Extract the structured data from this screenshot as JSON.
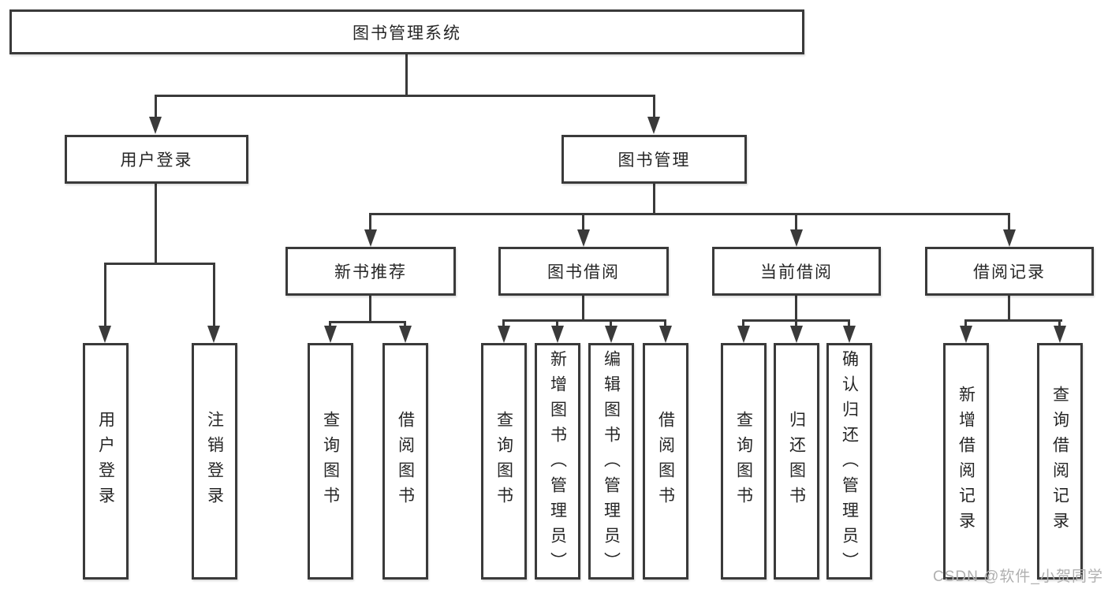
{
  "diagram": {
    "root": {
      "label": "图书管理系统"
    },
    "level2": [
      {
        "id": "user-login",
        "label": "用户登录"
      },
      {
        "id": "book-management",
        "label": "图书管理"
      }
    ],
    "level3": [
      {
        "id": "new-book-recommend",
        "label": "新书推荐"
      },
      {
        "id": "book-borrowing",
        "label": "图书借阅"
      },
      {
        "id": "current-borrowing",
        "label": "当前借阅"
      },
      {
        "id": "borrowing-records",
        "label": "借阅记录"
      }
    ],
    "leaves": {
      "user_login": [
        "用户登录",
        "注销登录"
      ],
      "new_book_recommend": [
        "查询图书",
        "借阅图书"
      ],
      "book_borrowing": [
        "查询图书",
        "新增图书（管理员）",
        "编辑图书（管理员）",
        "借阅图书"
      ],
      "current_borrowing": [
        "查询图书",
        "归还图书",
        "确认归还（管理员）"
      ],
      "borrowing_records": [
        "新增借阅记录",
        "查询借阅记录"
      ]
    }
  },
  "watermark": {
    "text": "CSDN @软件_小贺同学"
  },
  "colors": {
    "line": "#3a3a3a",
    "text": "#262626",
    "background": "#ffffff",
    "watermark": "#b0b0b0"
  }
}
